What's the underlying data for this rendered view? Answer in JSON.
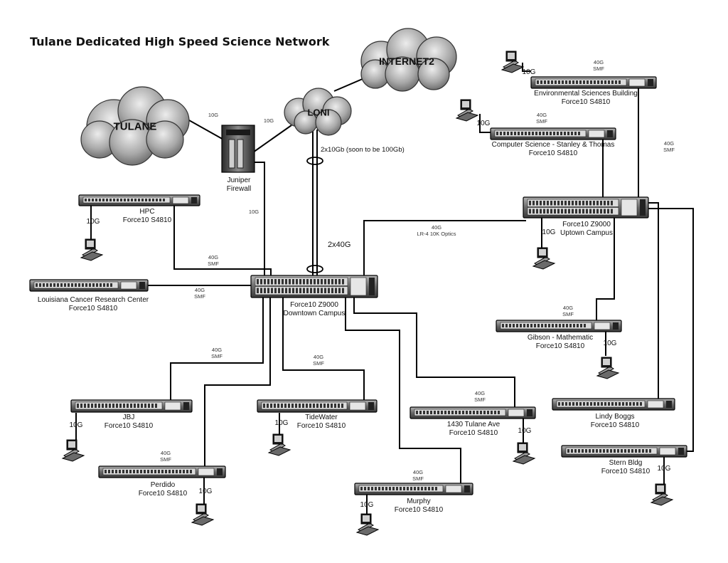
{
  "title": "Tulane Dedicated High Speed Science Network",
  "clouds": {
    "tulane": "TULANE",
    "loni": "LONI",
    "internet2": "INTERNET2"
  },
  "firewall": {
    "line1": "Juniper",
    "line2": "Firewall"
  },
  "devices": {
    "hpc": {
      "name": "HPC",
      "model": "Force10 S4810"
    },
    "lcrc": {
      "name": "Louisiana Cancer Research Center",
      "model": "Force10 S4810"
    },
    "downtown": {
      "model": "Force10 Z9000",
      "name": "Downtown Campus"
    },
    "uptown": {
      "model": "Force10 Z9000",
      "name": "Uptown Campus"
    },
    "env": {
      "name": "Environmental Sciences Building",
      "model": "Force10 S4810"
    },
    "cs": {
      "name": "Computer Science -  Stanley & Thomas",
      "model": "Force10 S4810"
    },
    "gibson": {
      "name": "Gibson - Mathematic",
      "model": "Force10 S4810"
    },
    "jbj": {
      "name": "JBJ",
      "model": "Force10 S4810"
    },
    "tidewater": {
      "name": "TideWater",
      "model": "Force10 S4810"
    },
    "tulane1430": {
      "name": "1430 Tulane Ave",
      "model": "Force10 S4810"
    },
    "lindy": {
      "name": "Lindy Boggs",
      "model": "Force10 S4810"
    },
    "stern": {
      "name": "Stern Bldg",
      "model": "Force10 S4810"
    },
    "perdido": {
      "name": "Perdido",
      "model": "Force10 S4810"
    },
    "murphy": {
      "name": "Murphy",
      "model": "Force10 S4810"
    }
  },
  "links": {
    "ten_g": "10G",
    "forty_g": "40G",
    "smf": "SMF",
    "loni_uplink": "2x10Gb (soon to be 100Gb)",
    "trunk": "2x40G",
    "optics": "LR-4 10K Optics"
  }
}
